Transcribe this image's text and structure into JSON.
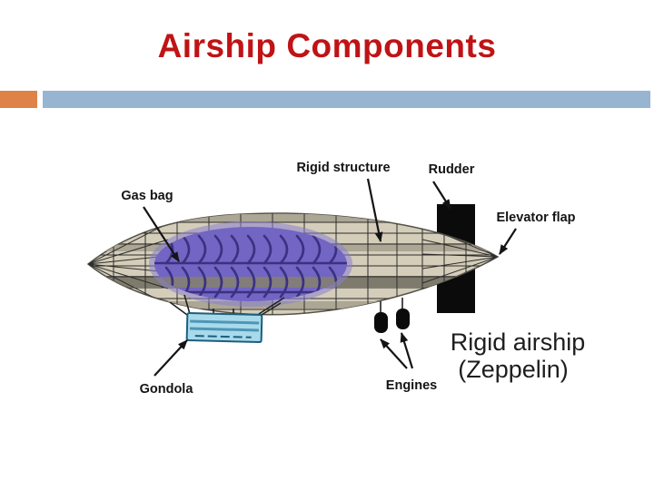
{
  "slide": {
    "title": "Airship Components",
    "title_color": "#C01315",
    "accent_orange": "#DE8247",
    "accent_blue": "#97B4D1",
    "background": "#FFFFFF"
  },
  "diagram": {
    "type": "labeled-airship-schematic",
    "labels": {
      "gas_bag": "Gas bag",
      "rigid_structure": "Rigid structure",
      "rudder": "Rudder",
      "elevator_flap": "Elevator flap",
      "gondola": "Gondola",
      "engines": "Engines"
    },
    "caption": {
      "line1": "Rigid airship",
      "line2": "(Zeppelin)"
    },
    "colors": {
      "hull": "#D3CDBA",
      "hull_outline": "#55534A",
      "hull_stripe_light": "#ACA695",
      "hull_stripe_dark": "#7E7A6C",
      "grid_line": "#2E2D2B",
      "gas_bag": "#7265C3",
      "gas_bag_halo": "#8B80CE",
      "gas_bag_rib": "#3B3181",
      "gondola_fill": "#A9DAEB",
      "gondola_stroke": "#1C5F7D",
      "gondola_stripe": "#4D96B6",
      "black_parts": "#0B0B0B",
      "label_color": "#141414",
      "caption_color": "#1E1E1E"
    }
  }
}
